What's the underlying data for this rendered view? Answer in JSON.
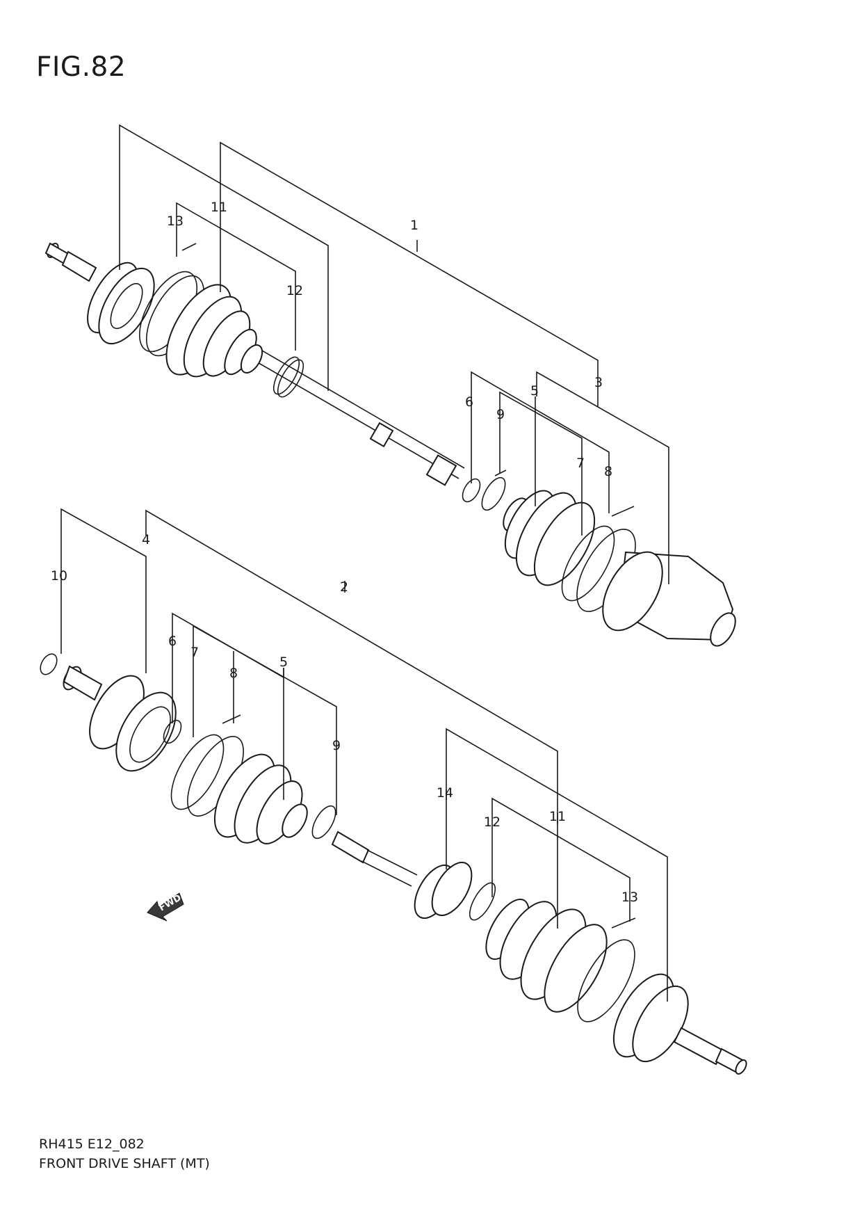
{
  "figure": {
    "title": "FIG.82"
  },
  "footer": {
    "code": "RH415 E12_082",
    "description": "FRONT DRIVE SHAFT (MT)"
  },
  "fwd_label": "FWD",
  "callouts": {
    "upper": {
      "p1": "1",
      "p3": "3",
      "p5": "5",
      "p6": "6",
      "p7": "7",
      "p8": "8",
      "p9": "9",
      "p11": "11",
      "p12": "12",
      "p13": "13"
    },
    "lower": {
      "p2": "2",
      "p4": "4",
      "p5": "5",
      "p6": "6",
      "p7": "7",
      "p8": "8",
      "p9": "9",
      "p10": "10",
      "p11": "11",
      "p12": "12",
      "p13": "13",
      "p14": "14"
    }
  }
}
